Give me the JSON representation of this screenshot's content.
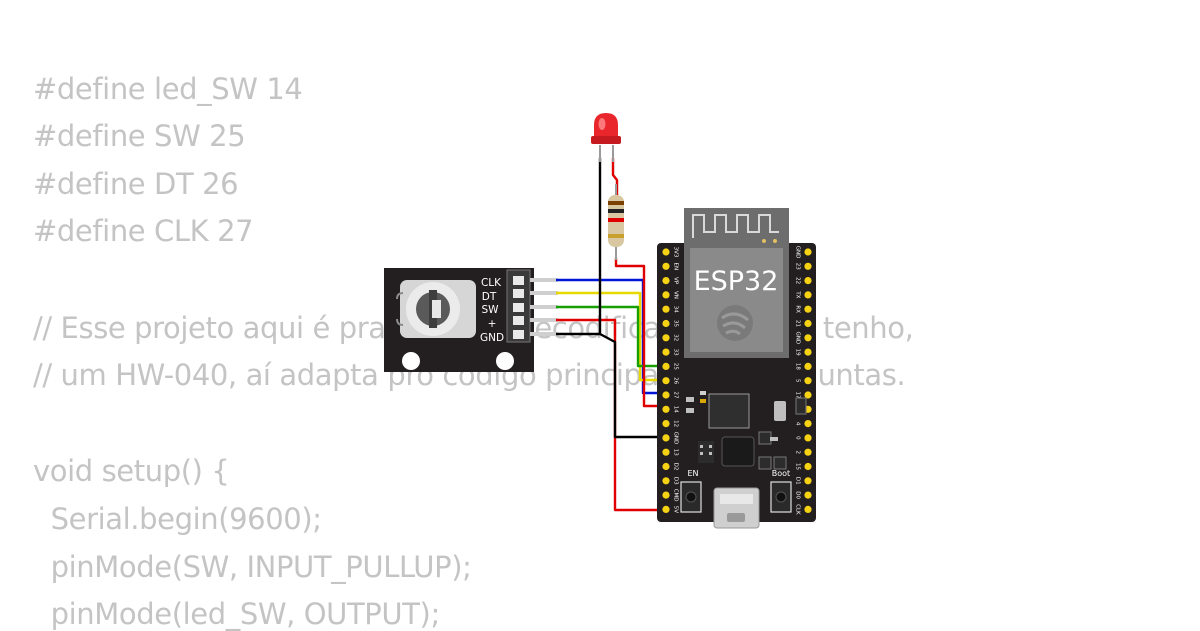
{
  "code": {
    "lines": [
      "#define led_SW 14",
      "#define SW 25",
      "#define DT 26",
      "#define CLK 27",
      "",
      "// Esse projeto aqui é pra testar o Decodificador que eu tenho,",
      "// um HW-040, aí adapta pro código principal, sem perguntas.",
      "",
      "void setup() {",
      "  Serial.begin(9600);",
      "  pinMode(SW, INPUT_PULLUP);",
      "  pinMode(led_SW, OUTPUT);"
    ]
  },
  "encoder": {
    "pins": [
      "CLK",
      "DT",
      "SW",
      "+",
      "GND"
    ]
  },
  "esp32": {
    "label": "ESP32",
    "en_label": "EN",
    "boot_label": "Boot",
    "left_pins": [
      "3V3",
      "EN",
      "VP",
      "VN",
      "34",
      "35",
      "32",
      "33",
      "25",
      "26",
      "27",
      "14",
      "12",
      "GND",
      "13",
      "D2",
      "D3",
      "CMD",
      "5V"
    ],
    "right_pins": [
      "GND",
      "23",
      "22",
      "TX",
      "RX",
      "21",
      "GND",
      "19",
      "18",
      "5",
      "17",
      "16",
      "4",
      "0",
      "2",
      "15",
      "D1",
      "D0",
      "CLK"
    ]
  },
  "wires": {
    "colors": {
      "clk": "#0016d6",
      "dt": "#e6d800",
      "sw": "#16a000",
      "vcc": "#e00000",
      "gnd": "#000000",
      "led": "#e00000"
    }
  },
  "colors": {
    "board": "#231f20",
    "pin_gold": "#f5d213",
    "code_text": "#c4c4c4",
    "led_red": "#e8262b"
  }
}
